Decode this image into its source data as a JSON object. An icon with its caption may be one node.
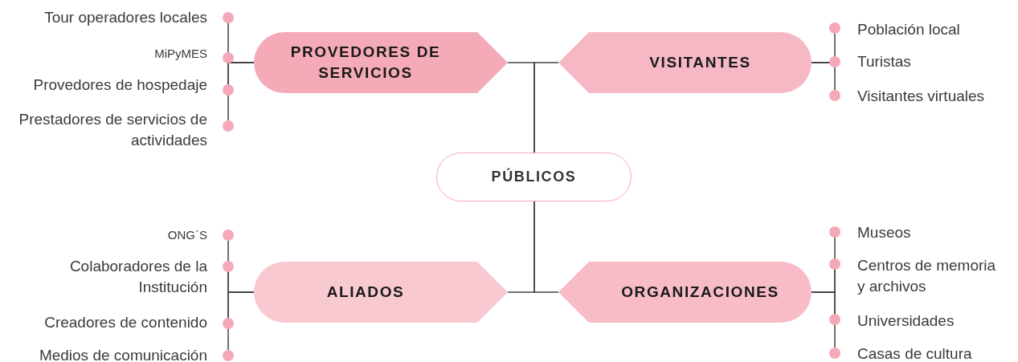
{
  "diagram": {
    "nodes": [
      {
        "text": [
          "PROVEDORES DE SERVICIOS"
        ]
      },
      {
        "text": [
          "VISITANTES"
        ]
      },
      {
        "text": [
          "PÚBLICOS"
        ]
      },
      {
        "text": [
          "ALIADOS"
        ]
      },
      {
        "text": [
          "ORGANIZACIONES"
        ]
      },
      {
        "text": [
          "Tour operadores locales"
        ]
      },
      {
        "text": [
          "MiPyMES"
        ]
      },
      {
        "text": [
          "Provedores de hospedaje"
        ]
      },
      {
        "text": [
          "Prestadores de servicios de actividades"
        ]
      },
      {
        "text": [
          "Población local"
        ]
      },
      {
        "text": [
          "Turistas"
        ]
      },
      {
        "text": [
          "Visitantes virtuales"
        ]
      },
      {
        "text": [
          "ONG´S"
        ]
      },
      {
        "text": [
          "Colaboradores de la Institución"
        ]
      },
      {
        "text": [
          "Creadores de contenido"
        ]
      },
      {
        "text": [
          "Medios de comunicación"
        ]
      },
      {
        "text": [
          "Museos"
        ]
      },
      {
        "text": [
          "Centros de memoria y archivos"
        ]
      },
      {
        "text": [
          "Universidades"
        ]
      },
      {
        "text": [
          "Casas de cultura"
        ]
      }
    ],
    "edges": [
      {
        "from": 2,
        "to": 0,
        "arrow": "none"
      },
      {
        "from": 2,
        "to": 1,
        "arrow": "none"
      },
      {
        "from": 2,
        "to": 3,
        "arrow": "none"
      },
      {
        "from": 2,
        "to": 4,
        "arrow": "none"
      },
      {
        "from": 0,
        "to": 5,
        "arrow": "none"
      },
      {
        "from": 0,
        "to": 6,
        "arrow": "none"
      },
      {
        "from": 0,
        "to": 7,
        "arrow": "none"
      },
      {
        "from": 0,
        "to": 8,
        "arrow": "none"
      },
      {
        "from": 1,
        "to": 9,
        "arrow": "none"
      },
      {
        "from": 1,
        "to": 10,
        "arrow": "none"
      },
      {
        "from": 1,
        "to": 11,
        "arrow": "none"
      },
      {
        "from": 3,
        "to": 12,
        "arrow": "none"
      },
      {
        "from": 3,
        "to": 13,
        "arrow": "none"
      },
      {
        "from": 3,
        "to": 14,
        "arrow": "none"
      },
      {
        "from": 3,
        "to": 15,
        "arrow": "none"
      },
      {
        "from": 4,
        "to": 16,
        "arrow": "none"
      },
      {
        "from": 4,
        "to": 17,
        "arrow": "none"
      },
      {
        "from": 4,
        "to": 18,
        "arrow": "none"
      },
      {
        "from": 4,
        "to": 19,
        "arrow": "none"
      }
    ]
  }
}
